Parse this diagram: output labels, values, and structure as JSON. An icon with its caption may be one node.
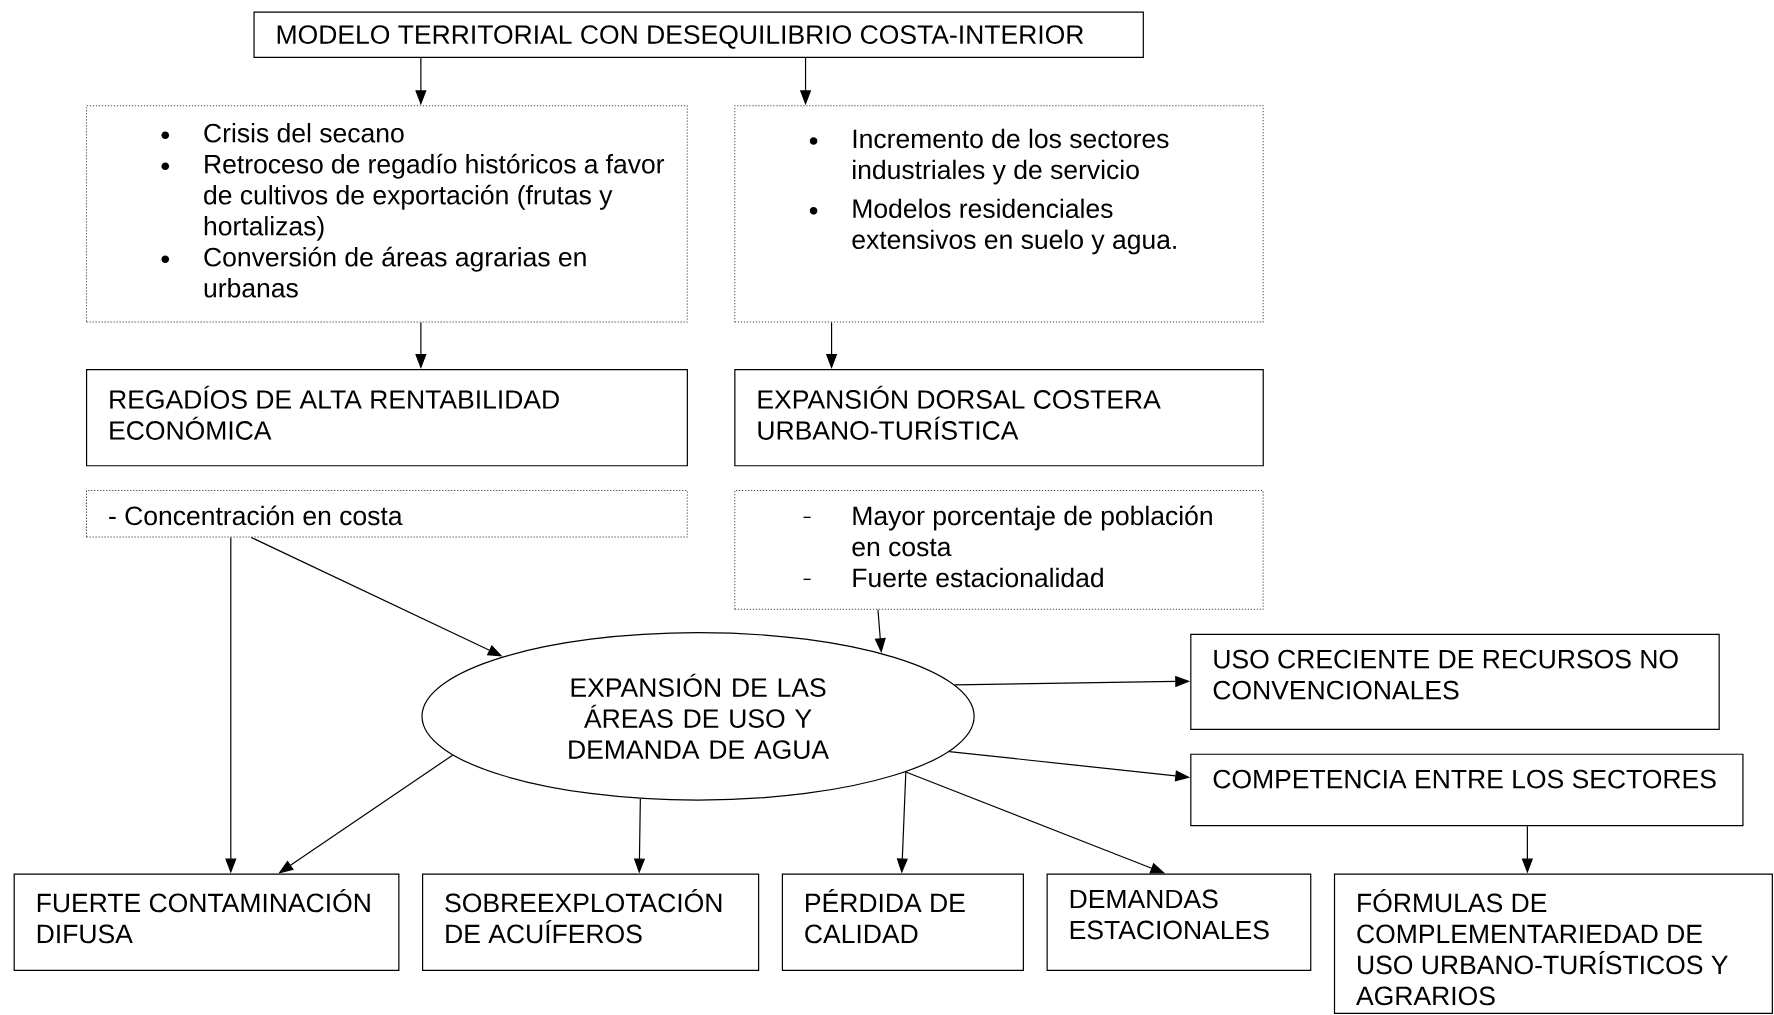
{
  "diagram": {
    "nodes": [
      {
        "text": [
          "MODELO TERRITORIAL CON DESEQUILIBRIO COSTA-INTERIOR"
        ]
      },
      {
        "text": [
          "Crisis del secano",
          "Retroceso de regadío históricos a favor de cultivos de exportación (frutas y hortalizas)",
          "Conversión de áreas agrarias en urbanas"
        ]
      },
      {
        "text": [
          "Incremento de los sectores industriales y de servicio",
          "Modelos residenciales extensivos en suelo y agua."
        ]
      },
      {
        "text": [
          "REGADÍOS DE ALTA RENTABILIDAD ECONÓMICA"
        ]
      },
      {
        "text": [
          "EXPANSIÓN DORSAL COSTERA URBANO-TURÍSTICA"
        ]
      },
      {
        "text": [
          "- Concentración en costa"
        ]
      },
      {
        "text": [
          "Mayor porcentaje de población en costa",
          "Fuerte estacionalidad"
        ]
      },
      {
        "text": [
          "EXPANSIÓN DE LAS ÁREAS DE USO Y DEMANDA DE AGUA"
        ]
      },
      {
        "text": [
          "USO CRECIENTE DE RECURSOS NO CONVENCIONALES"
        ]
      },
      {
        "text": [
          "COMPETENCIA ENTRE LOS SECTORES"
        ]
      },
      {
        "text": [
          "FUERTE CONTAMINACIÓN DIFUSA"
        ]
      },
      {
        "text": [
          "SOBREEXPLOTACIÓN DE ACUÍFEROS"
        ]
      },
      {
        "text": [
          "PÉRDIDA DE CALIDAD"
        ]
      },
      {
        "text": [
          "DEMANDAS ESTACIONALES"
        ]
      },
      {
        "text": [
          "FÓRMULAS DE COMPLEMENTARIEDAD DE USO URBANO-TURÍSTICOS Y AGRARIOS"
        ]
      }
    ],
    "edges": [
      {
        "from": 0,
        "to": 1,
        "arrow": "to"
      },
      {
        "from": 0,
        "to": 2,
        "arrow": "to"
      },
      {
        "from": 1,
        "to": 3,
        "arrow": "to"
      },
      {
        "from": 2,
        "to": 4,
        "arrow": "to"
      },
      {
        "from": 5,
        "to": 10,
        "arrow": "to"
      },
      {
        "from": 5,
        "to": 7,
        "arrow": "to"
      },
      {
        "from": 6,
        "to": 7,
        "arrow": "to"
      },
      {
        "from": 7,
        "to": 8,
        "arrow": "to"
      },
      {
        "from": 7,
        "to": 9,
        "arrow": "to"
      },
      {
        "from": 7,
        "to": 10,
        "arrow": "to"
      },
      {
        "from": 7,
        "to": 11,
        "arrow": "to"
      },
      {
        "from": 7,
        "to": 12,
        "arrow": "to"
      },
      {
        "from": 7,
        "to": 13,
        "arrow": "to"
      },
      {
        "from": 9,
        "to": 14,
        "arrow": "to"
      }
    ]
  }
}
